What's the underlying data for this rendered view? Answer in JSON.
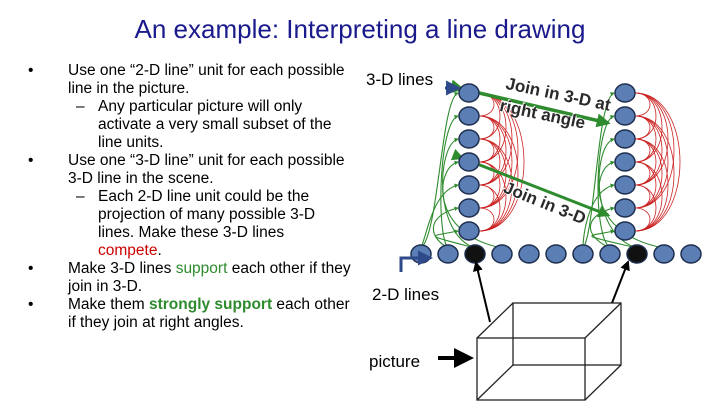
{
  "title": "An example: Interpreting a line drawing",
  "bullets": [
    {
      "dot": "•",
      "text": "Use one “2-D line” unit for each possible line in the picture."
    },
    {
      "dash": "–",
      "text": "Any particular picture will only activate a very small subset of the line units."
    },
    {
      "dot": "•",
      "text": "Use one “3-D line” unit for each possible 3-D line in the scene."
    },
    {
      "dash": "–",
      "text_before": "Each 2-D line unit could be the projection of many possible 3-D lines. Make these 3-D lines ",
      "compete": "compete",
      "text_after": "."
    },
    {
      "dot": "•",
      "text_before": "Make 3-D lines ",
      "support": "support",
      "text_after": " each other if they join in 3-D."
    },
    {
      "dot": "•",
      "text_before": "Make them ",
      "strongly_support": "strongly support",
      "text_after": " each other if they join at right angles."
    }
  ],
  "diagram": {
    "label_3d": "3-D lines",
    "label_2d": "2-D lines",
    "label_picture": "picture",
    "join_right_angle_line1": "Join in 3-D at",
    "join_right_angle_line2": "right angle",
    "join_3d": "Join in 3-D",
    "colors": {
      "unit_fill": "#5b7fb5",
      "unit_stroke": "#1f2f4f",
      "unit_2d_fill": "#111111",
      "compete": "#cc2222",
      "support": "#2e8b2e",
      "strong_support": "#2e8b2e",
      "arrow": "#000000"
    }
  }
}
